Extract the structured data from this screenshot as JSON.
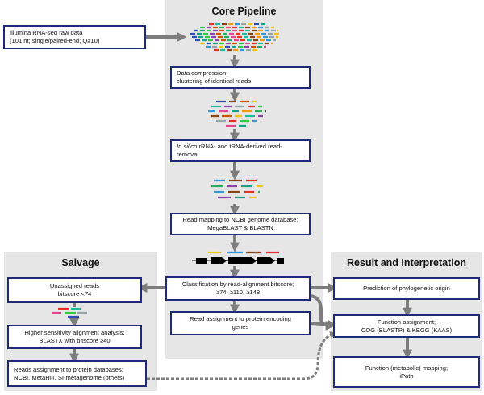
{
  "panels": {
    "core": {
      "title": "Core Pipeline"
    },
    "salvage": {
      "title": "Salvage"
    },
    "result": {
      "title": "Result and Interpretation"
    }
  },
  "boxes": {
    "raw_data": {
      "line1": "Illumina RNA-seq raw data",
      "line2": "(101 nt; single/paired-end; Q≥10)"
    },
    "compression": {
      "line1": "Data compression;",
      "line2": "clustering of identical reads"
    },
    "rrna_removal": {
      "line1_italic": "In silico",
      "line1_rest": " rRNA- and tRNA-derived read-",
      "line2": "removal"
    },
    "mapping": {
      "line1": "Read mapping to NCBI genome database;",
      "line2": "MegaBLAST & BLASTN"
    },
    "classification": {
      "line1": "Classification by read-alignment bitscore;",
      "line2": "≥74,  ≥110,  ≥148"
    },
    "protein_assign": {
      "line1": "Read assignment to protein encoding",
      "line2": "genes"
    },
    "unassigned": {
      "line1": "Unassigned reads",
      "line2": "bitscore  <74"
    },
    "higher_sensitivity": {
      "line1": "Higher sensitivity alignment analysis;",
      "line2": "BLASTX with bitscore  ≥40"
    },
    "reads_protein_db": {
      "line1": "Reads assignment to protein databases:",
      "line2": "NCBI, MetaHIT, SI-metagenome (others)"
    },
    "phylogenetic": {
      "line1": "Prediction of phylogenetic origin"
    },
    "function_assign": {
      "line1": "Function assignment;",
      "line2": "COG (BLASTP) & KEGG (KAAS)"
    },
    "metabolic": {
      "line1": "Function (metabolic) mapping;",
      "line2": "iPath"
    }
  },
  "colors": {
    "panel": "#e6e6e6",
    "box_border": "#1f2a7a",
    "arrow": "#7d7d7d",
    "read_palette": [
      "#e6312a",
      "#f39c12",
      "#f1c40f",
      "#2ecc40",
      "#27ae60",
      "#1abc9c",
      "#3498db",
      "#2c4fb5",
      "#8e44ad",
      "#e84393",
      "#8b4513",
      "#95a5a6",
      "#16a085",
      "#d35400"
    ]
  }
}
